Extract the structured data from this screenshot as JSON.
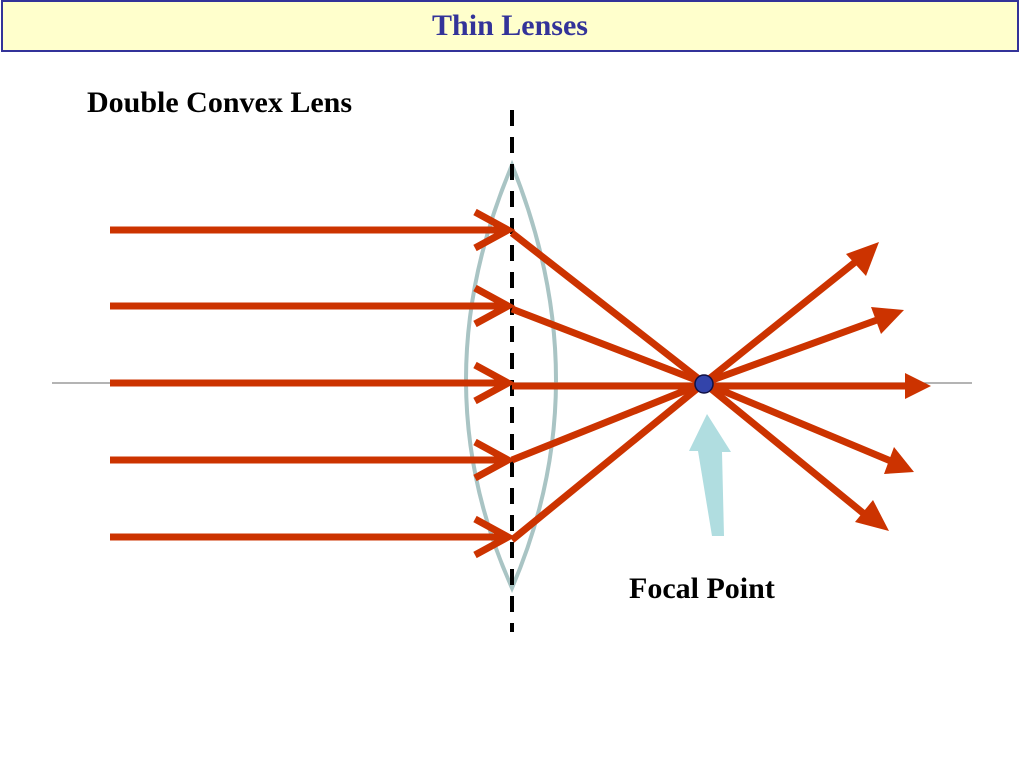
{
  "slide": {
    "title": "Thin Lenses",
    "lens_label": "Double Convex Lens",
    "focal_label": "Focal Point"
  },
  "colors": {
    "title_background": "#ffffcc",
    "title_border": "#333399",
    "title_text": "#333399",
    "ray": "#cc3300",
    "lens_outline": "#a9c4c4",
    "focal_dot": "#3344aa",
    "pointer_arrow": "#b0dde0",
    "optical_axis": "#888888",
    "lens_plane": "#000000"
  },
  "diagram": {
    "incoming_rays": 5,
    "outgoing_rays": 5,
    "elements": [
      "optical-axis",
      "lens-outline",
      "lens-plane-dashed",
      "incoming-rays",
      "refracted-rays",
      "diverging-rays",
      "focal-point-dot",
      "focal-pointer-arrow"
    ]
  }
}
